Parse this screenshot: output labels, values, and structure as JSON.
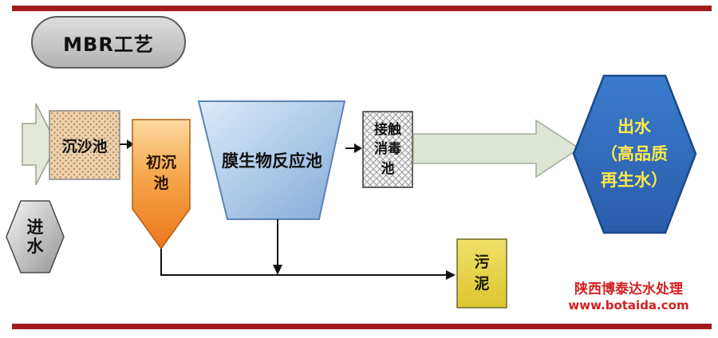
{
  "title_pill": {
    "label": "MBR工艺"
  },
  "nodes": {
    "inlet": {
      "lines": [
        "进",
        "水"
      ]
    },
    "grit": {
      "label": "沉沙池"
    },
    "primary": {
      "lines": [
        "初沉",
        "池"
      ]
    },
    "mbr": {
      "label": "膜生物反应池"
    },
    "disinfection": {
      "lines": [
        "接触",
        "消毒",
        "池"
      ]
    },
    "outlet": {
      "lines": [
        "出水",
        "（高品质",
        "再生水）"
      ]
    },
    "sludge": {
      "lines": [
        "污",
        "泥"
      ]
    }
  },
  "watermark": {
    "company": "陕西博泰达水处理",
    "website": "www.botaida.com"
  },
  "colors": {
    "frame_bar_red": "#a11d1d",
    "pill_gray": "#c8c8c8",
    "grit_tan": "#ecd2ae",
    "primary_orange": "#ec751c",
    "mbr_blue": "#9dbde2",
    "outlet_blue": "#2e6bbf",
    "outlet_text_yellow": "#ffe84a",
    "sludge_yellow": "#e8d44d",
    "big_arrow_green": "#dde5d6",
    "watermark_red": "#d42020"
  }
}
